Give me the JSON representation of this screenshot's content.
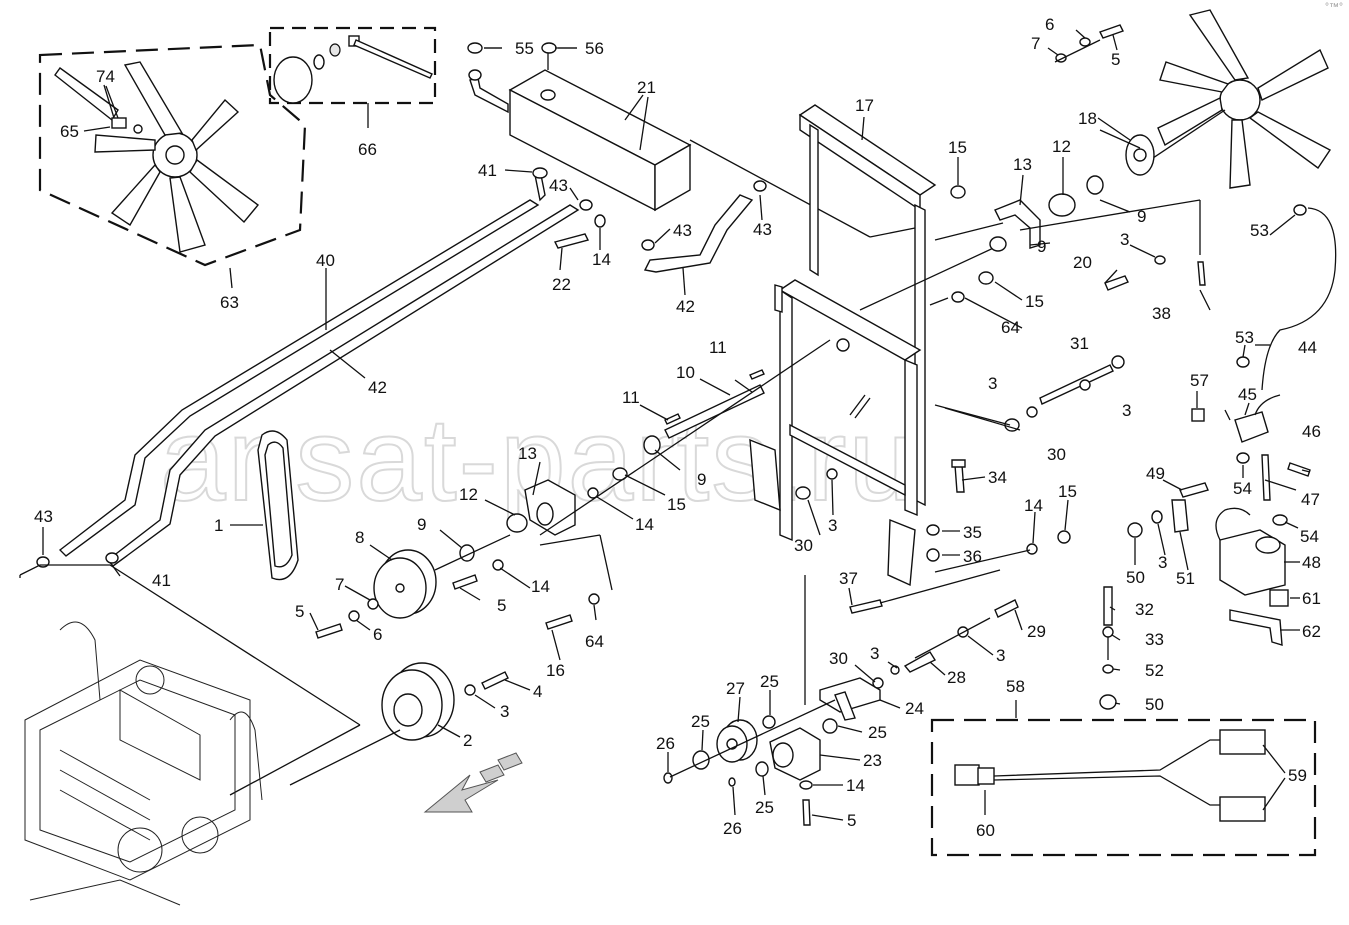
{
  "watermark": "ansat-parts.ru",
  "corner_mark": "°™°",
  "groups": {
    "fan_kit": "63",
    "seal_kit": "66",
    "cable_kit": "58"
  },
  "callouts": [
    {
      "id": "c55",
      "text": "55"
    },
    {
      "id": "c56",
      "text": "56"
    },
    {
      "id": "c21",
      "text": "21"
    },
    {
      "id": "c74",
      "text": "74"
    },
    {
      "id": "c65",
      "text": "65"
    },
    {
      "id": "c63",
      "text": "63"
    },
    {
      "id": "c66",
      "text": "66"
    },
    {
      "id": "c41a",
      "text": "41"
    },
    {
      "id": "c43a",
      "text": "43"
    },
    {
      "id": "c43b",
      "text": "43"
    },
    {
      "id": "c43c",
      "text": "43"
    },
    {
      "id": "c22",
      "text": "22"
    },
    {
      "id": "c14a",
      "text": "14"
    },
    {
      "id": "c42a",
      "text": "42"
    },
    {
      "id": "c40",
      "text": "40"
    },
    {
      "id": "c42b",
      "text": "42"
    },
    {
      "id": "c17",
      "text": "17"
    },
    {
      "id": "c15a",
      "text": "15"
    },
    {
      "id": "c6a",
      "text": "6"
    },
    {
      "id": "c7a",
      "text": "7"
    },
    {
      "id": "c5a",
      "text": "5"
    },
    {
      "id": "c18",
      "text": "18"
    },
    {
      "id": "c13a",
      "text": "13"
    },
    {
      "id": "c12a",
      "text": "12"
    },
    {
      "id": "c9a",
      "text": "9"
    },
    {
      "id": "c53a",
      "text": "53"
    },
    {
      "id": "c3a",
      "text": "3"
    },
    {
      "id": "c20",
      "text": "20"
    },
    {
      "id": "c9b",
      "text": "9"
    },
    {
      "id": "c15b",
      "text": "15"
    },
    {
      "id": "c64a",
      "text": "64"
    },
    {
      "id": "c38",
      "text": "38"
    },
    {
      "id": "c53b",
      "text": "53"
    },
    {
      "id": "c44",
      "text": "44"
    },
    {
      "id": "c31",
      "text": "31"
    },
    {
      "id": "c11a",
      "text": "11"
    },
    {
      "id": "c10",
      "text": "10"
    },
    {
      "id": "c11b",
      "text": "11"
    },
    {
      "id": "c3b",
      "text": "3"
    },
    {
      "id": "c3c",
      "text": "3"
    },
    {
      "id": "c57",
      "text": "57"
    },
    {
      "id": "c45",
      "text": "45"
    },
    {
      "id": "c46",
      "text": "46"
    },
    {
      "id": "c30a",
      "text": "30"
    },
    {
      "id": "c54a",
      "text": "54"
    },
    {
      "id": "c47",
      "text": "47"
    },
    {
      "id": "c13b",
      "text": "13"
    },
    {
      "id": "c9c",
      "text": "9"
    },
    {
      "id": "c12b",
      "text": "12"
    },
    {
      "id": "c15c",
      "text": "15"
    },
    {
      "id": "c14b",
      "text": "14"
    },
    {
      "id": "c34",
      "text": "34"
    },
    {
      "id": "c49",
      "text": "49"
    },
    {
      "id": "c54b",
      "text": "54"
    },
    {
      "id": "c43d",
      "text": "43"
    },
    {
      "id": "c1",
      "text": "1"
    },
    {
      "id": "c9d",
      "text": "9"
    },
    {
      "id": "c8",
      "text": "8"
    },
    {
      "id": "c41b",
      "text": "41"
    },
    {
      "id": "c14c",
      "text": "14"
    },
    {
      "id": "c7b",
      "text": "7"
    },
    {
      "id": "c5b",
      "text": "5"
    },
    {
      "id": "c5c",
      "text": "5"
    },
    {
      "id": "c6b",
      "text": "6"
    },
    {
      "id": "c16",
      "text": "16"
    },
    {
      "id": "c64b",
      "text": "64"
    },
    {
      "id": "c30b",
      "text": "30"
    },
    {
      "id": "c3d",
      "text": "3"
    },
    {
      "id": "c35",
      "text": "35"
    },
    {
      "id": "c36",
      "text": "36"
    },
    {
      "id": "c14d",
      "text": "14"
    },
    {
      "id": "c15d",
      "text": "15"
    },
    {
      "id": "c50a",
      "text": "50"
    },
    {
      "id": "c3e",
      "text": "3"
    },
    {
      "id": "c51",
      "text": "51"
    },
    {
      "id": "c48",
      "text": "48"
    },
    {
      "id": "c61",
      "text": "61"
    },
    {
      "id": "c62",
      "text": "62"
    },
    {
      "id": "c37",
      "text": "37"
    },
    {
      "id": "c29",
      "text": "29"
    },
    {
      "id": "c32",
      "text": "32"
    },
    {
      "id": "c33",
      "text": "33"
    },
    {
      "id": "c52",
      "text": "52"
    },
    {
      "id": "c50b",
      "text": "50"
    },
    {
      "id": "c30c",
      "text": "30"
    },
    {
      "id": "c3f",
      "text": "3"
    },
    {
      "id": "c28",
      "text": "28"
    },
    {
      "id": "c3g",
      "text": "3"
    },
    {
      "id": "c4",
      "text": "4"
    },
    {
      "id": "c3h",
      "text": "3"
    },
    {
      "id": "c2",
      "text": "2"
    },
    {
      "id": "c27",
      "text": "27"
    },
    {
      "id": "c25a",
      "text": "25"
    },
    {
      "id": "c24",
      "text": "24"
    },
    {
      "id": "c25b",
      "text": "25"
    },
    {
      "id": "c25c",
      "text": "25"
    },
    {
      "id": "c26a",
      "text": "26"
    },
    {
      "id": "c23",
      "text": "23"
    },
    {
      "id": "c14e",
      "text": "14"
    },
    {
      "id": "c25d",
      "text": "25"
    },
    {
      "id": "c26b",
      "text": "26"
    },
    {
      "id": "c5d",
      "text": "5"
    },
    {
      "id": "c58",
      "text": "58"
    },
    {
      "id": "c59",
      "text": "59"
    },
    {
      "id": "c60",
      "text": "60"
    }
  ]
}
